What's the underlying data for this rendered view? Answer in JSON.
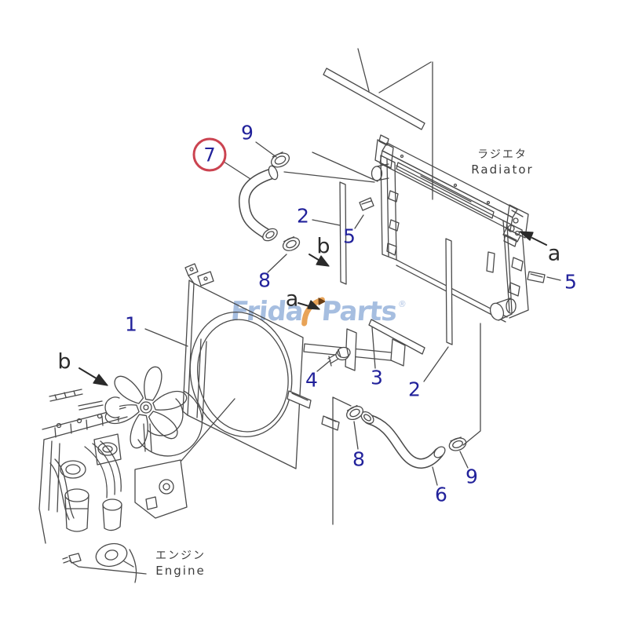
{
  "document": {
    "kind": "exploded-parts-diagram",
    "subject": "radiator and hose assembly"
  },
  "watermark": {
    "word1": "Frida",
    "word2": "Parts",
    "reg": "®"
  },
  "captions": {
    "radiator_jp": "ラジエタ",
    "radiator_en": "Radiator",
    "engine_jp": "エンジン",
    "engine_en": "Engine"
  },
  "callouts": {
    "c1": {
      "label": "1"
    },
    "c2a": {
      "label": "2"
    },
    "c2b": {
      "label": "2"
    },
    "c3": {
      "label": "3"
    },
    "c4": {
      "label": "4"
    },
    "c5a": {
      "label": "5"
    },
    "c5b": {
      "label": "5"
    },
    "c6": {
      "label": "6"
    },
    "c7": {
      "label": "7",
      "highlighted": true
    },
    "c8a": {
      "label": "8"
    },
    "c8b": {
      "label": "8"
    },
    "c9a": {
      "label": "9"
    },
    "c9b": {
      "label": "9"
    }
  },
  "view_markers": {
    "a1": "a",
    "a2": "a",
    "b1": "b",
    "b2": "b"
  },
  "colors": {
    "callout_text": "#22229b",
    "highlight_ring": "#cb4350",
    "watermark_blue": "#a2bbdf",
    "watermark_orange": "#e8a357",
    "line_art": "#4a4a4a"
  }
}
